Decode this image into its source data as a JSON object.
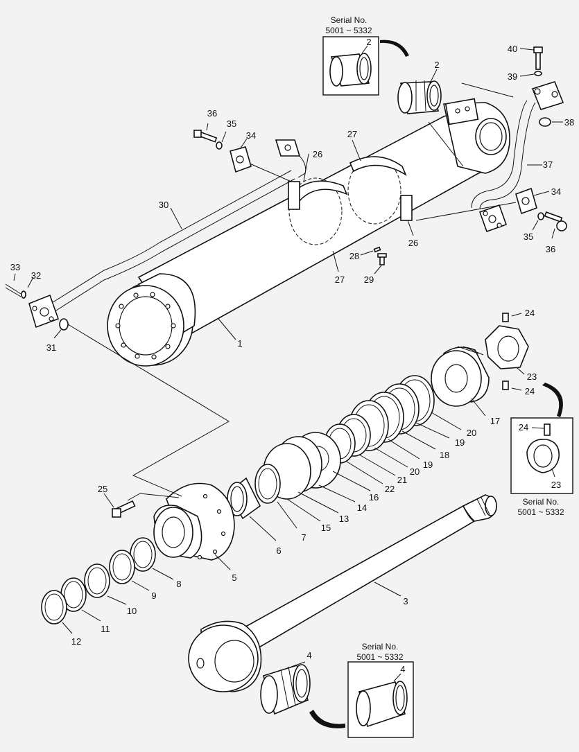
{
  "callouts": {
    "c1": "1",
    "c2a": "2",
    "c2b": "2",
    "c3": "3",
    "c4a": "4",
    "c4b": "4",
    "c5": "5",
    "c6": "6",
    "c7": "7",
    "c8": "8",
    "c9": "9",
    "c10": "10",
    "c11": "11",
    "c12": "12",
    "c13": "13",
    "c14": "14",
    "c15": "15",
    "c16": "16",
    "c17": "17",
    "c18": "18",
    "c19a": "19",
    "c19b": "19",
    "c20a": "20",
    "c20b": "20",
    "c21": "21",
    "c22": "22",
    "c23a": "23",
    "c23b": "23",
    "c24a": "24",
    "c24b": "24",
    "c24c": "24",
    "c25": "25",
    "c26a": "26",
    "c26b": "26",
    "c27a": "27",
    "c27b": "27",
    "c28": "28",
    "c29": "29",
    "c30": "30",
    "c31": "31",
    "c32": "32",
    "c33": "33",
    "c34a": "34",
    "c34b": "34",
    "c35a": "35",
    "c35b": "35",
    "c36a": "36",
    "c36b": "36",
    "c37": "37",
    "c38": "38",
    "c39": "39",
    "c40": "40"
  },
  "serial_boxes": {
    "top": {
      "title": "Serial No.",
      "range": "5001 ~ 5332"
    },
    "right": {
      "title": "Serial No.",
      "range": "5001 ~ 5332"
    },
    "bottom": {
      "title": "Serial No.",
      "range": "5001 ~ 5332"
    }
  },
  "colors": {
    "line": "#111111",
    "background": "#f3f3f3",
    "part_fill": "#ffffff"
  }
}
